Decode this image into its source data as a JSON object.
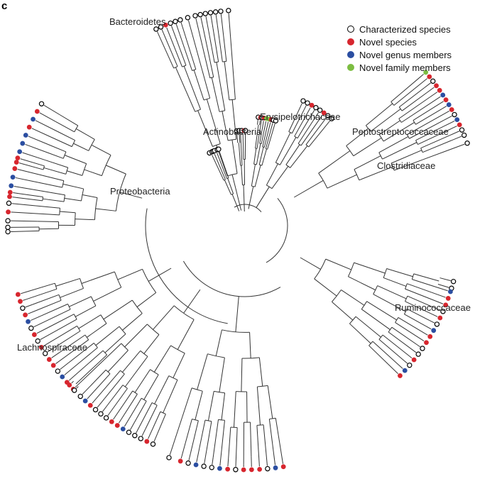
{
  "figure": {
    "panel_letter": "c"
  },
  "legend": [
    {
      "key": "characterized",
      "label": "Characterized species",
      "color": "#ffffff",
      "stroke": "#000000"
    },
    {
      "key": "novel_species",
      "label": "Novel species",
      "color": "#d7262e",
      "stroke": "#d7262e"
    },
    {
      "key": "novel_genus",
      "label": "Novel genus members",
      "color": "#2b4ea1",
      "stroke": "#2b4ea1"
    },
    {
      "key": "novel_family",
      "label": "Novel family members",
      "color": "#7cbd42",
      "stroke": "#7cbd42"
    }
  ],
  "clades": [
    {
      "key": "bacteroidetes",
      "label": "Bacteroidetes"
    },
    {
      "key": "actinobacteria",
      "label": "Actinobacteria"
    },
    {
      "key": "erysipelotrichaceae",
      "label": "Erysipelotrichaceae"
    },
    {
      "key": "peptostreptococcaceae",
      "label": "Peptostreptococcaceae"
    },
    {
      "key": "clostridiaceae",
      "label": "Clostridiaceae"
    },
    {
      "key": "proteobacteria",
      "label": "Proteobacteria"
    },
    {
      "key": "ruminococcaceae",
      "label": "Ruminococcaceae"
    },
    {
      "key": "lachnospiraceae",
      "label": "Lachnospiraceae"
    }
  ]
}
